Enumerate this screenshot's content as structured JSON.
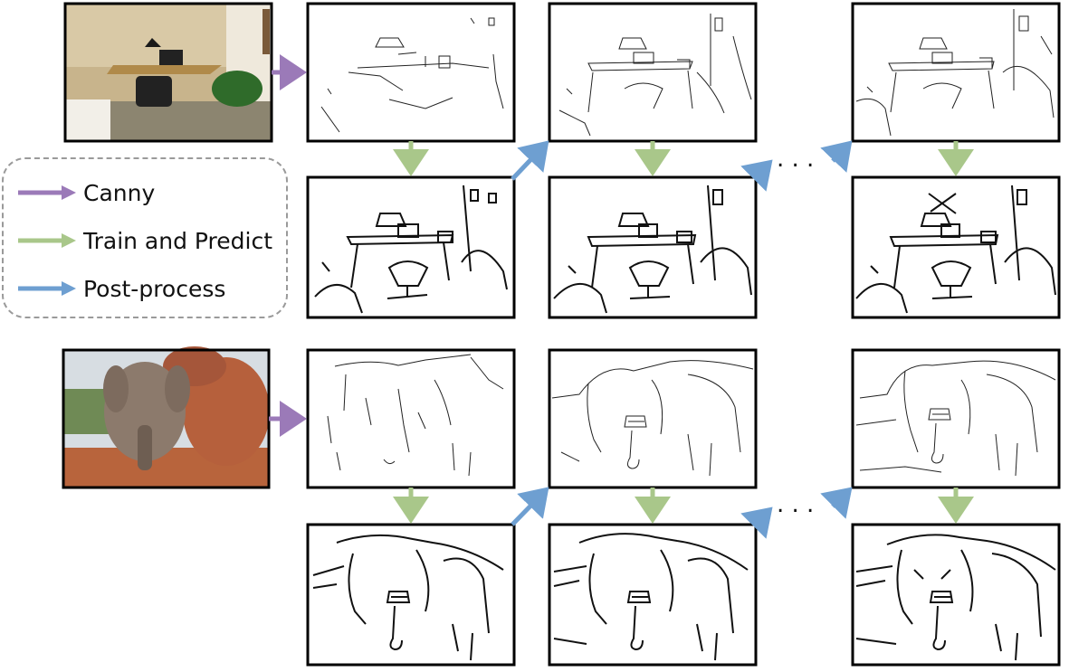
{
  "legend": {
    "items": [
      {
        "key": "canny",
        "label": "Canny",
        "color": "#9b7ab8"
      },
      {
        "key": "train",
        "label": "Train and Predict",
        "color": "#a9c78a"
      },
      {
        "key": "post",
        "label": "Post-process",
        "color": "#6e9fd1"
      }
    ]
  },
  "diagram": {
    "ellipsis": ". . .",
    "rows": [
      {
        "name": "office",
        "input_image": "office-photo",
        "canny_map": "office-canny-edges",
        "iterations": [
          "office-edge-iter-1",
          "office-edge-iter-2",
          "office-edge-iter-n"
        ]
      },
      {
        "name": "elephant",
        "input_image": "elephant-photo",
        "canny_map": "elephant-canny-edges",
        "iterations": [
          "elephant-edge-iter-1",
          "elephant-edge-iter-2",
          "elephant-edge-iter-n"
        ]
      }
    ]
  }
}
